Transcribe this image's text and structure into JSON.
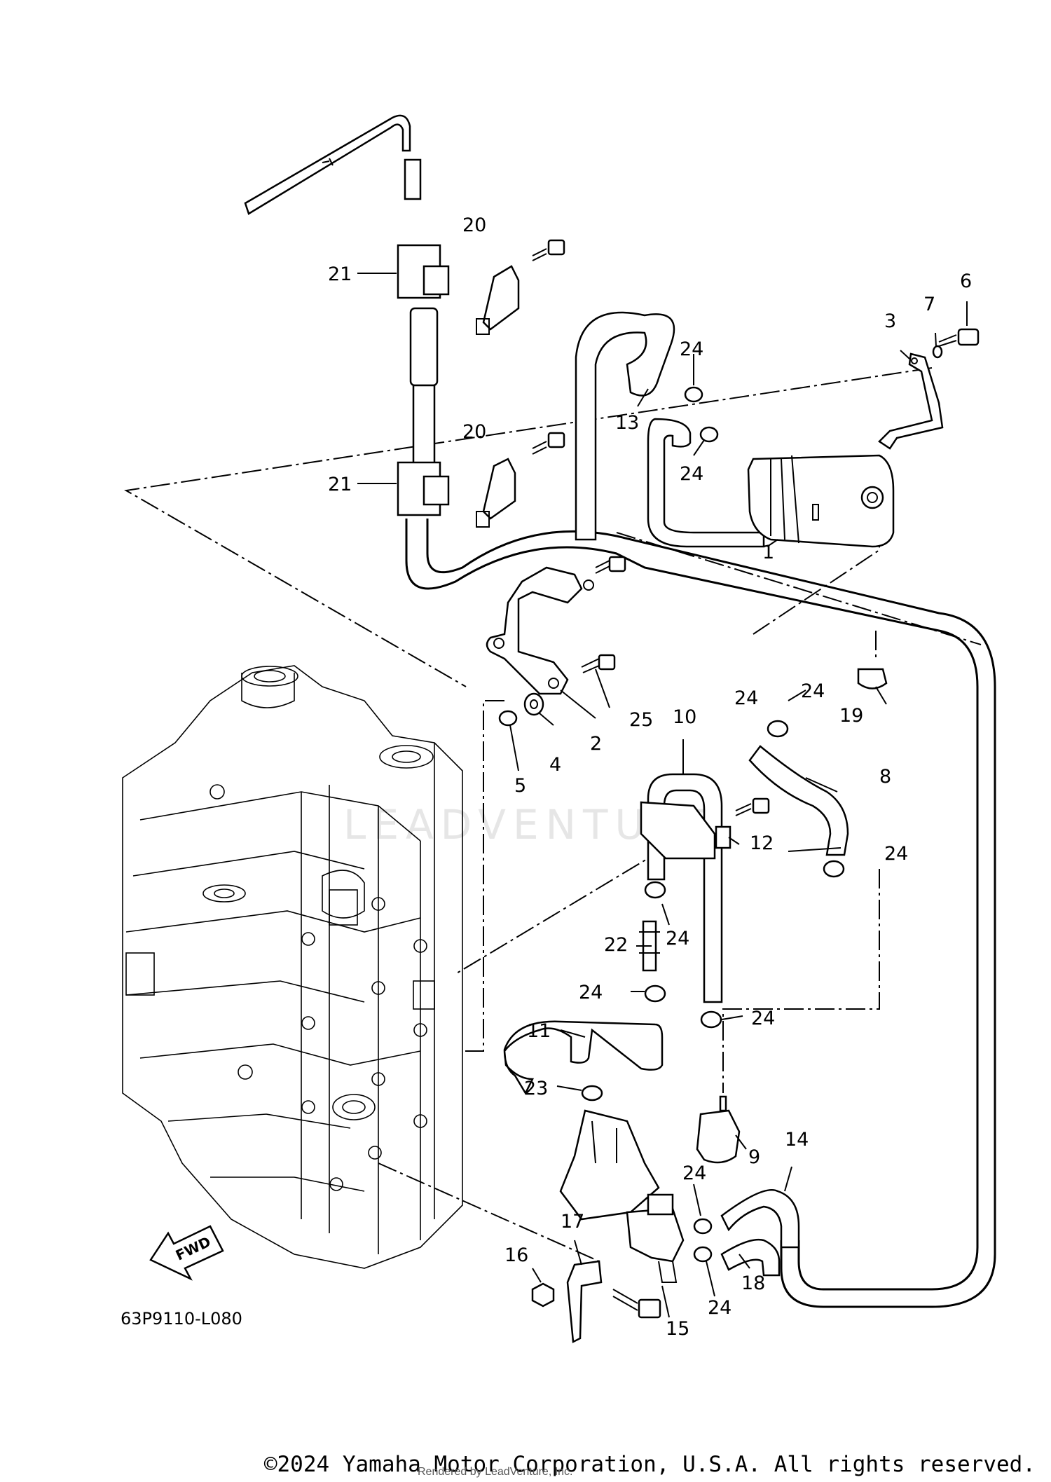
{
  "diagram_code": "63P9110-L080",
  "fwd_label": "FWD",
  "watermark": "LEADVENTURE",
  "copyright": "©2024 Yamaha Motor Corporation, U.S.A. All rights reserved.",
  "rendered_by": "Rendered by LeadVenture, Inc.",
  "callouts": [
    "1",
    "2",
    "3",
    "4",
    "5",
    "6",
    "7",
    "8",
    "9",
    "10",
    "11",
    "12",
    "13",
    "14",
    "15",
    "16",
    "17",
    "18",
    "19",
    "20",
    "20",
    "21",
    "21",
    "22",
    "23",
    "24",
    "24",
    "24",
    "24",
    "24",
    "24",
    "24",
    "24",
    "24",
    "24",
    "25"
  ]
}
